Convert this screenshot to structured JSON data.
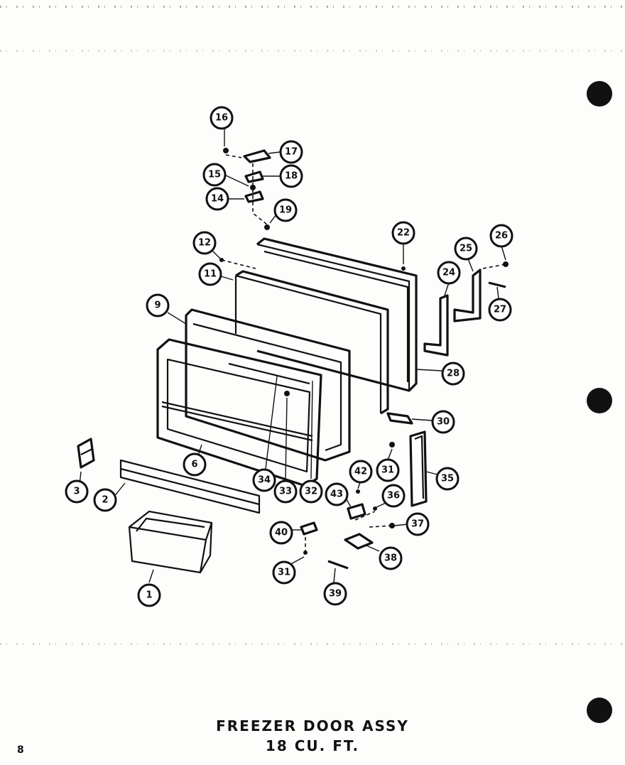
{
  "title": {
    "line1": "FREEZER DOOR ASSY",
    "line2": "18 CU. FT."
  },
  "page_number": "8",
  "callouts": [
    {
      "label": "1"
    },
    {
      "label": "2"
    },
    {
      "label": "3"
    },
    {
      "label": "6"
    },
    {
      "label": "9"
    },
    {
      "label": "11"
    },
    {
      "label": "12"
    },
    {
      "label": "14"
    },
    {
      "label": "15"
    },
    {
      "label": "16"
    },
    {
      "label": "17"
    },
    {
      "label": "18"
    },
    {
      "label": "19"
    },
    {
      "label": "22"
    },
    {
      "label": "24"
    },
    {
      "label": "25"
    },
    {
      "label": "26"
    },
    {
      "label": "27"
    },
    {
      "label": "28"
    },
    {
      "label": "30"
    },
    {
      "label": "31"
    },
    {
      "label": "31"
    },
    {
      "label": "32"
    },
    {
      "label": "33"
    },
    {
      "label": "34"
    },
    {
      "label": "35"
    },
    {
      "label": "36"
    },
    {
      "label": "37"
    },
    {
      "label": "38"
    },
    {
      "label": "39"
    },
    {
      "label": "40"
    },
    {
      "label": "42"
    },
    {
      "label": "43"
    }
  ],
  "colors": {
    "ink": "#111111",
    "paper": "#fdfdfb"
  }
}
